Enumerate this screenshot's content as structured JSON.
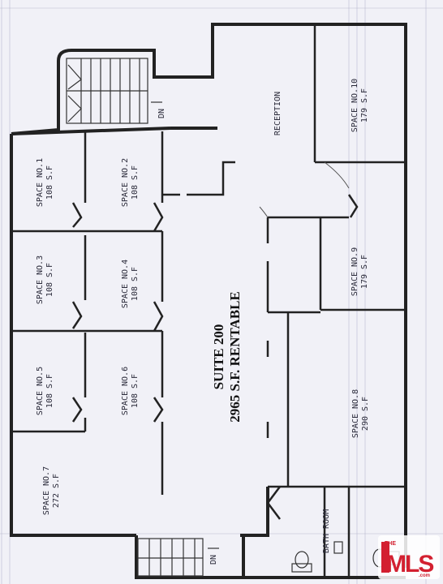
{
  "suite": {
    "title": "SUITE 200",
    "rentable": "2965 S.F. RENTABLE"
  },
  "rooms": [
    {
      "id": "space-1",
      "name": "SPACE NO.1",
      "area": "108 S.F"
    },
    {
      "id": "space-2",
      "name": "SPACE NO.2",
      "area": "108 S.F"
    },
    {
      "id": "space-3",
      "name": "SPACE NO.3",
      "area": "108 S.F"
    },
    {
      "id": "space-4",
      "name": "SPACE NO.4",
      "area": "108 S.F"
    },
    {
      "id": "space-5",
      "name": "SPACE NO.5",
      "area": "108 S.F"
    },
    {
      "id": "space-6",
      "name": "SPACE NO.6",
      "area": "108 S.F"
    },
    {
      "id": "space-7",
      "name": "SPACE NO.7",
      "area": "272 S.F"
    },
    {
      "id": "space-8",
      "name": "SPACE NO.8",
      "area": "290 S.F"
    },
    {
      "id": "space-9",
      "name": "SPACE NO.9",
      "area": "179 S.F"
    },
    {
      "id": "space-10",
      "name": "SPACE NO.10",
      "area": "179 S.F"
    }
  ],
  "labels": {
    "reception": "RECEPTION",
    "bathroom": "BATH ROOM",
    "stair_top": "DN",
    "stair_bottom": "DN"
  },
  "watermark": {
    "text": "THE MLS.com"
  },
  "colors": {
    "paper": "#f1f1f7",
    "ink": "#222222",
    "watermark": "#d32030"
  }
}
